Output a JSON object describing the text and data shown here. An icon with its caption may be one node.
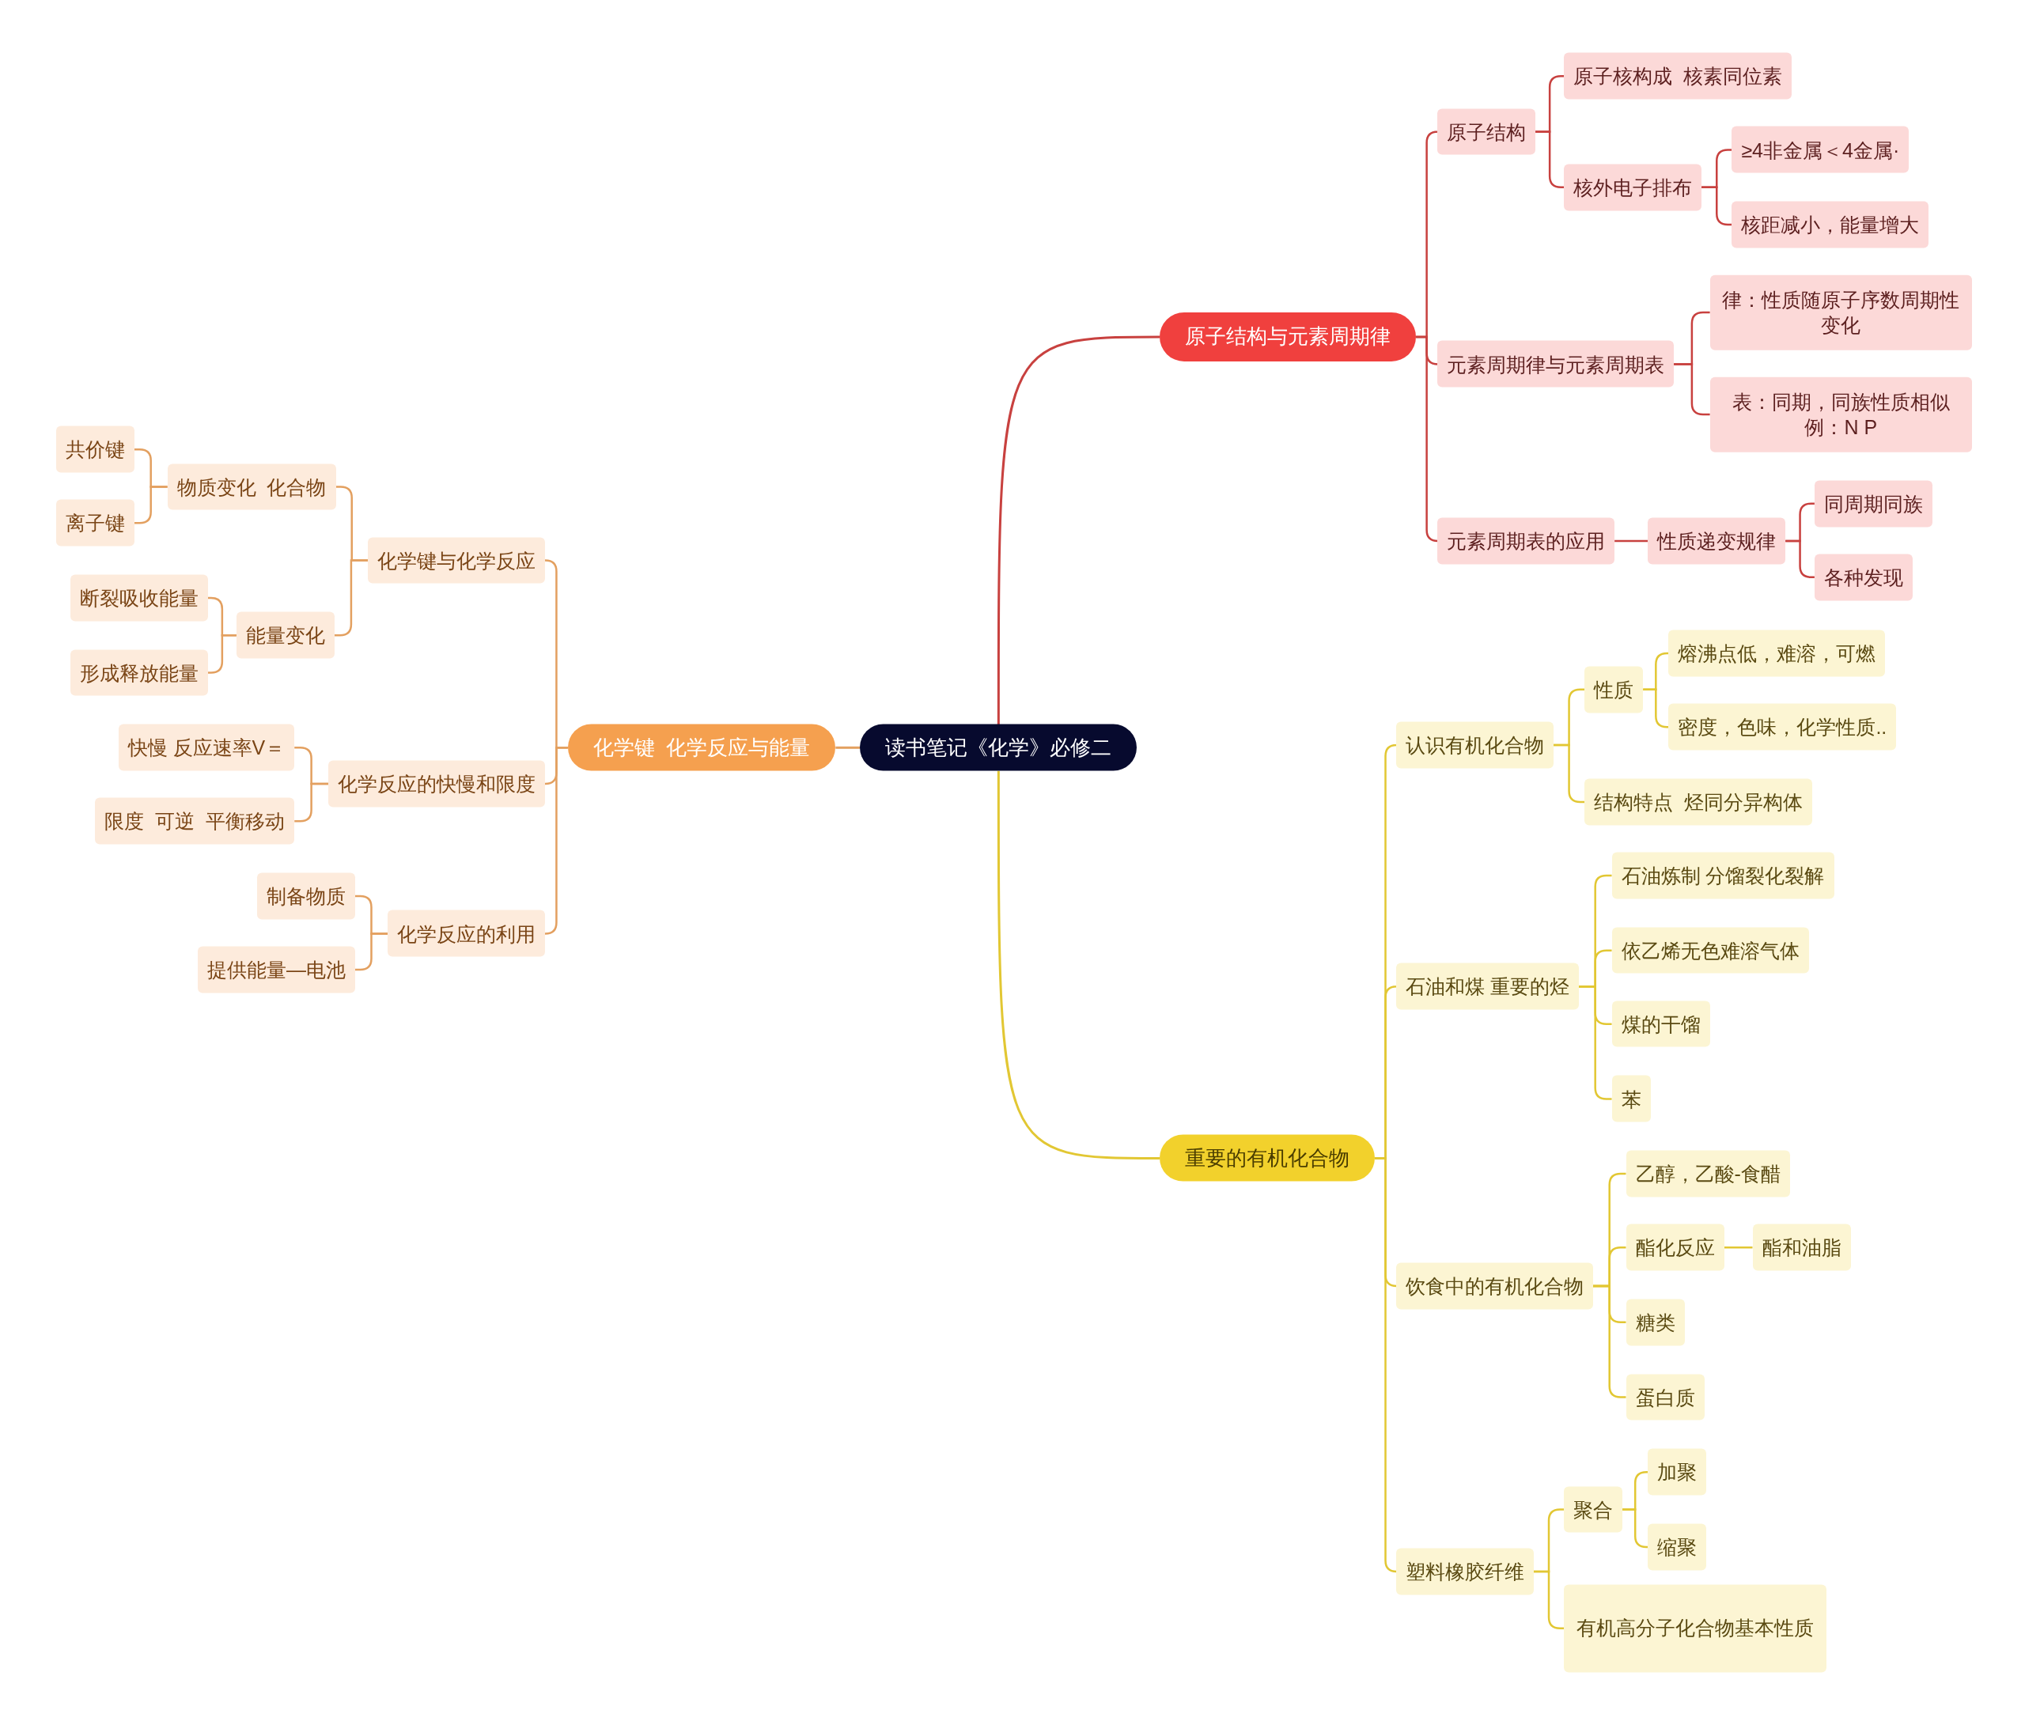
{
  "diagram": {
    "nodes": [
      {
        "text": [
          "读书笔记《化学》必修二"
        ]
      },
      {
        "text": [
          "原子结构与元素周期律"
        ]
      },
      {
        "text": [
          "原子结构"
        ]
      },
      {
        "text": [
          "原子核构成  核素同位素"
        ]
      },
      {
        "text": [
          "核外电子排布"
        ]
      },
      {
        "text": [
          "≥4非金属＜4金属·"
        ]
      },
      {
        "text": [
          "核距减小，能量增大"
        ]
      },
      {
        "text": [
          "元素周期律与元素周期表"
        ]
      },
      {
        "text": [
          "律：性质随原子序数周期性变化"
        ]
      },
      {
        "text": [
          "表：同期，同族性质相似例：N P"
        ]
      },
      {
        "text": [
          "元素周期表的应用"
        ]
      },
      {
        "text": [
          "性质递变规律"
        ]
      },
      {
        "text": [
          "同周期同族"
        ]
      },
      {
        "text": [
          "各种发现"
        ]
      },
      {
        "text": [
          "化学键  化学反应与能量"
        ]
      },
      {
        "text": [
          "化学键与化学反应"
        ]
      },
      {
        "text": [
          "物质变化  化合物"
        ]
      },
      {
        "text": [
          "共价键"
        ]
      },
      {
        "text": [
          "离子键"
        ]
      },
      {
        "text": [
          "能量变化"
        ]
      },
      {
        "text": [
          "断裂吸收能量"
        ]
      },
      {
        "text": [
          "形成释放能量"
        ]
      },
      {
        "text": [
          "化学反应的快慢和限度"
        ]
      },
      {
        "text": [
          "快慢 反应速率V＝"
        ]
      },
      {
        "text": [
          "限度  可逆  平衡移动"
        ]
      },
      {
        "text": [
          "化学反应的利用"
        ]
      },
      {
        "text": [
          "制备物质"
        ]
      },
      {
        "text": [
          "提供能量—电池"
        ]
      },
      {
        "text": [
          "重要的有机化合物"
        ]
      },
      {
        "text": [
          "认识有机化合物"
        ]
      },
      {
        "text": [
          "性质"
        ]
      },
      {
        "text": [
          "熔沸点低，难溶，可燃"
        ]
      },
      {
        "text": [
          "密度，色味，化学性质.."
        ]
      },
      {
        "text": [
          "结构特点  烃同分异构体"
        ]
      },
      {
        "text": [
          "石油和煤 重要的烃"
        ]
      },
      {
        "text": [
          "石油炼制 分馏裂化裂解"
        ]
      },
      {
        "text": [
          "依乙烯无色难溶气体"
        ]
      },
      {
        "text": [
          "煤的干馏"
        ]
      },
      {
        "text": [
          "苯"
        ]
      },
      {
        "text": [
          "饮食中的有机化合物"
        ]
      },
      {
        "text": [
          "乙醇，乙酸-食醋"
        ]
      },
      {
        "text": [
          "酯化反应"
        ]
      },
      {
        "text": [
          "酯和油脂"
        ]
      },
      {
        "text": [
          "糖类"
        ]
      },
      {
        "text": [
          "蛋白质"
        ]
      },
      {
        "text": [
          "塑料橡胶纤维"
        ]
      },
      {
        "text": [
          "聚合"
        ]
      },
      {
        "text": [
          "加聚"
        ]
      },
      {
        "text": [
          "缩聚"
        ]
      },
      {
        "text": [
          "有机高分子化合物基本性质"
        ]
      }
    ],
    "edges": [
      {
        "from": 0,
        "to": 1,
        "arrow": "none",
        "color": "#c8413f"
      },
      {
        "from": 1,
        "to": 2,
        "arrow": "none",
        "color": "#c8413f"
      },
      {
        "from": 2,
        "to": 3,
        "arrow": "none",
        "color": "#c8413f"
      },
      {
        "from": 2,
        "to": 4,
        "arrow": "none",
        "color": "#c8413f"
      },
      {
        "from": 4,
        "to": 5,
        "arrow": "none",
        "color": "#c8413f"
      },
      {
        "from": 4,
        "to": 6,
        "arrow": "none",
        "color": "#c8413f"
      },
      {
        "from": 1,
        "to": 7,
        "arrow": "none",
        "color": "#c8413f"
      },
      {
        "from": 7,
        "to": 8,
        "arrow": "none",
        "color": "#c8413f"
      },
      {
        "from": 7,
        "to": 9,
        "arrow": "none",
        "color": "#c8413f"
      },
      {
        "from": 1,
        "to": 10,
        "arrow": "none",
        "color": "#c8413f"
      },
      {
        "from": 10,
        "to": 11,
        "arrow": "none",
        "color": "#c8413f"
      },
      {
        "from": 11,
        "to": 12,
        "arrow": "none",
        "color": "#c8413f"
      },
      {
        "from": 11,
        "to": 13,
        "arrow": "none",
        "color": "#c8413f"
      },
      {
        "from": 0,
        "to": 14,
        "arrow": "none",
        "color": "#e3a060"
      },
      {
        "from": 14,
        "to": 15,
        "arrow": "none",
        "color": "#e3a060"
      },
      {
        "from": 15,
        "to": 16,
        "arrow": "none",
        "color": "#e3a060"
      },
      {
        "from": 16,
        "to": 17,
        "arrow": "none",
        "color": "#e3a060"
      },
      {
        "from": 16,
        "to": 18,
        "arrow": "none",
        "color": "#e3a060"
      },
      {
        "from": 15,
        "to": 19,
        "arrow": "none",
        "color": "#e3a060"
      },
      {
        "from": 19,
        "to": 20,
        "arrow": "none",
        "color": "#e3a060"
      },
      {
        "from": 19,
        "to": 21,
        "arrow": "none",
        "color": "#e3a060"
      },
      {
        "from": 14,
        "to": 22,
        "arrow": "none",
        "color": "#e3a060"
      },
      {
        "from": 22,
        "to": 23,
        "arrow": "none",
        "color": "#e3a060"
      },
      {
        "from": 22,
        "to": 24,
        "arrow": "none",
        "color": "#e3a060"
      },
      {
        "from": 14,
        "to": 25,
        "arrow": "none",
        "color": "#e3a060"
      },
      {
        "from": 25,
        "to": 26,
        "arrow": "none",
        "color": "#e3a060"
      },
      {
        "from": 25,
        "to": 27,
        "arrow": "none",
        "color": "#e3a060"
      },
      {
        "from": 0,
        "to": 28,
        "arrow": "none"
      },
      {
        "from": 28,
        "to": 29,
        "arrow": "none"
      },
      {
        "from": 29,
        "to": 30,
        "arrow": "none"
      },
      {
        "from": 30,
        "to": 31,
        "arrow": "none"
      },
      {
        "from": 30,
        "to": 32,
        "arrow": "none"
      },
      {
        "from": 29,
        "to": 33,
        "arrow": "none"
      },
      {
        "from": 28,
        "to": 34,
        "arrow": "none"
      },
      {
        "from": 34,
        "to": 35,
        "arrow": "none"
      },
      {
        "from": 34,
        "to": 36,
        "arrow": "none"
      },
      {
        "from": 34,
        "to": 37,
        "arrow": "none"
      },
      {
        "from": 34,
        "to": 38,
        "arrow": "none"
      },
      {
        "from": 28,
        "to": 39,
        "arrow": "none"
      },
      {
        "from": 39,
        "to": 40,
        "arrow": "none"
      },
      {
        "from": 39,
        "to": 41,
        "arrow": "none"
      },
      {
        "from": 41,
        "to": 42,
        "arrow": "none"
      },
      {
        "from": 39,
        "to": 43,
        "arrow": "none"
      },
      {
        "from": 39,
        "to": 44,
        "arrow": "none"
      },
      {
        "from": 28,
        "to": 45,
        "arrow": "none"
      },
      {
        "from": 45,
        "to": 46,
        "arrow": "none"
      },
      {
        "from": 46,
        "to": 47,
        "arrow": "none"
      },
      {
        "from": 46,
        "to": 48,
        "arrow": "none"
      },
      {
        "from": 45,
        "to": 49,
        "arrow": "none"
      }
    ]
  }
}
